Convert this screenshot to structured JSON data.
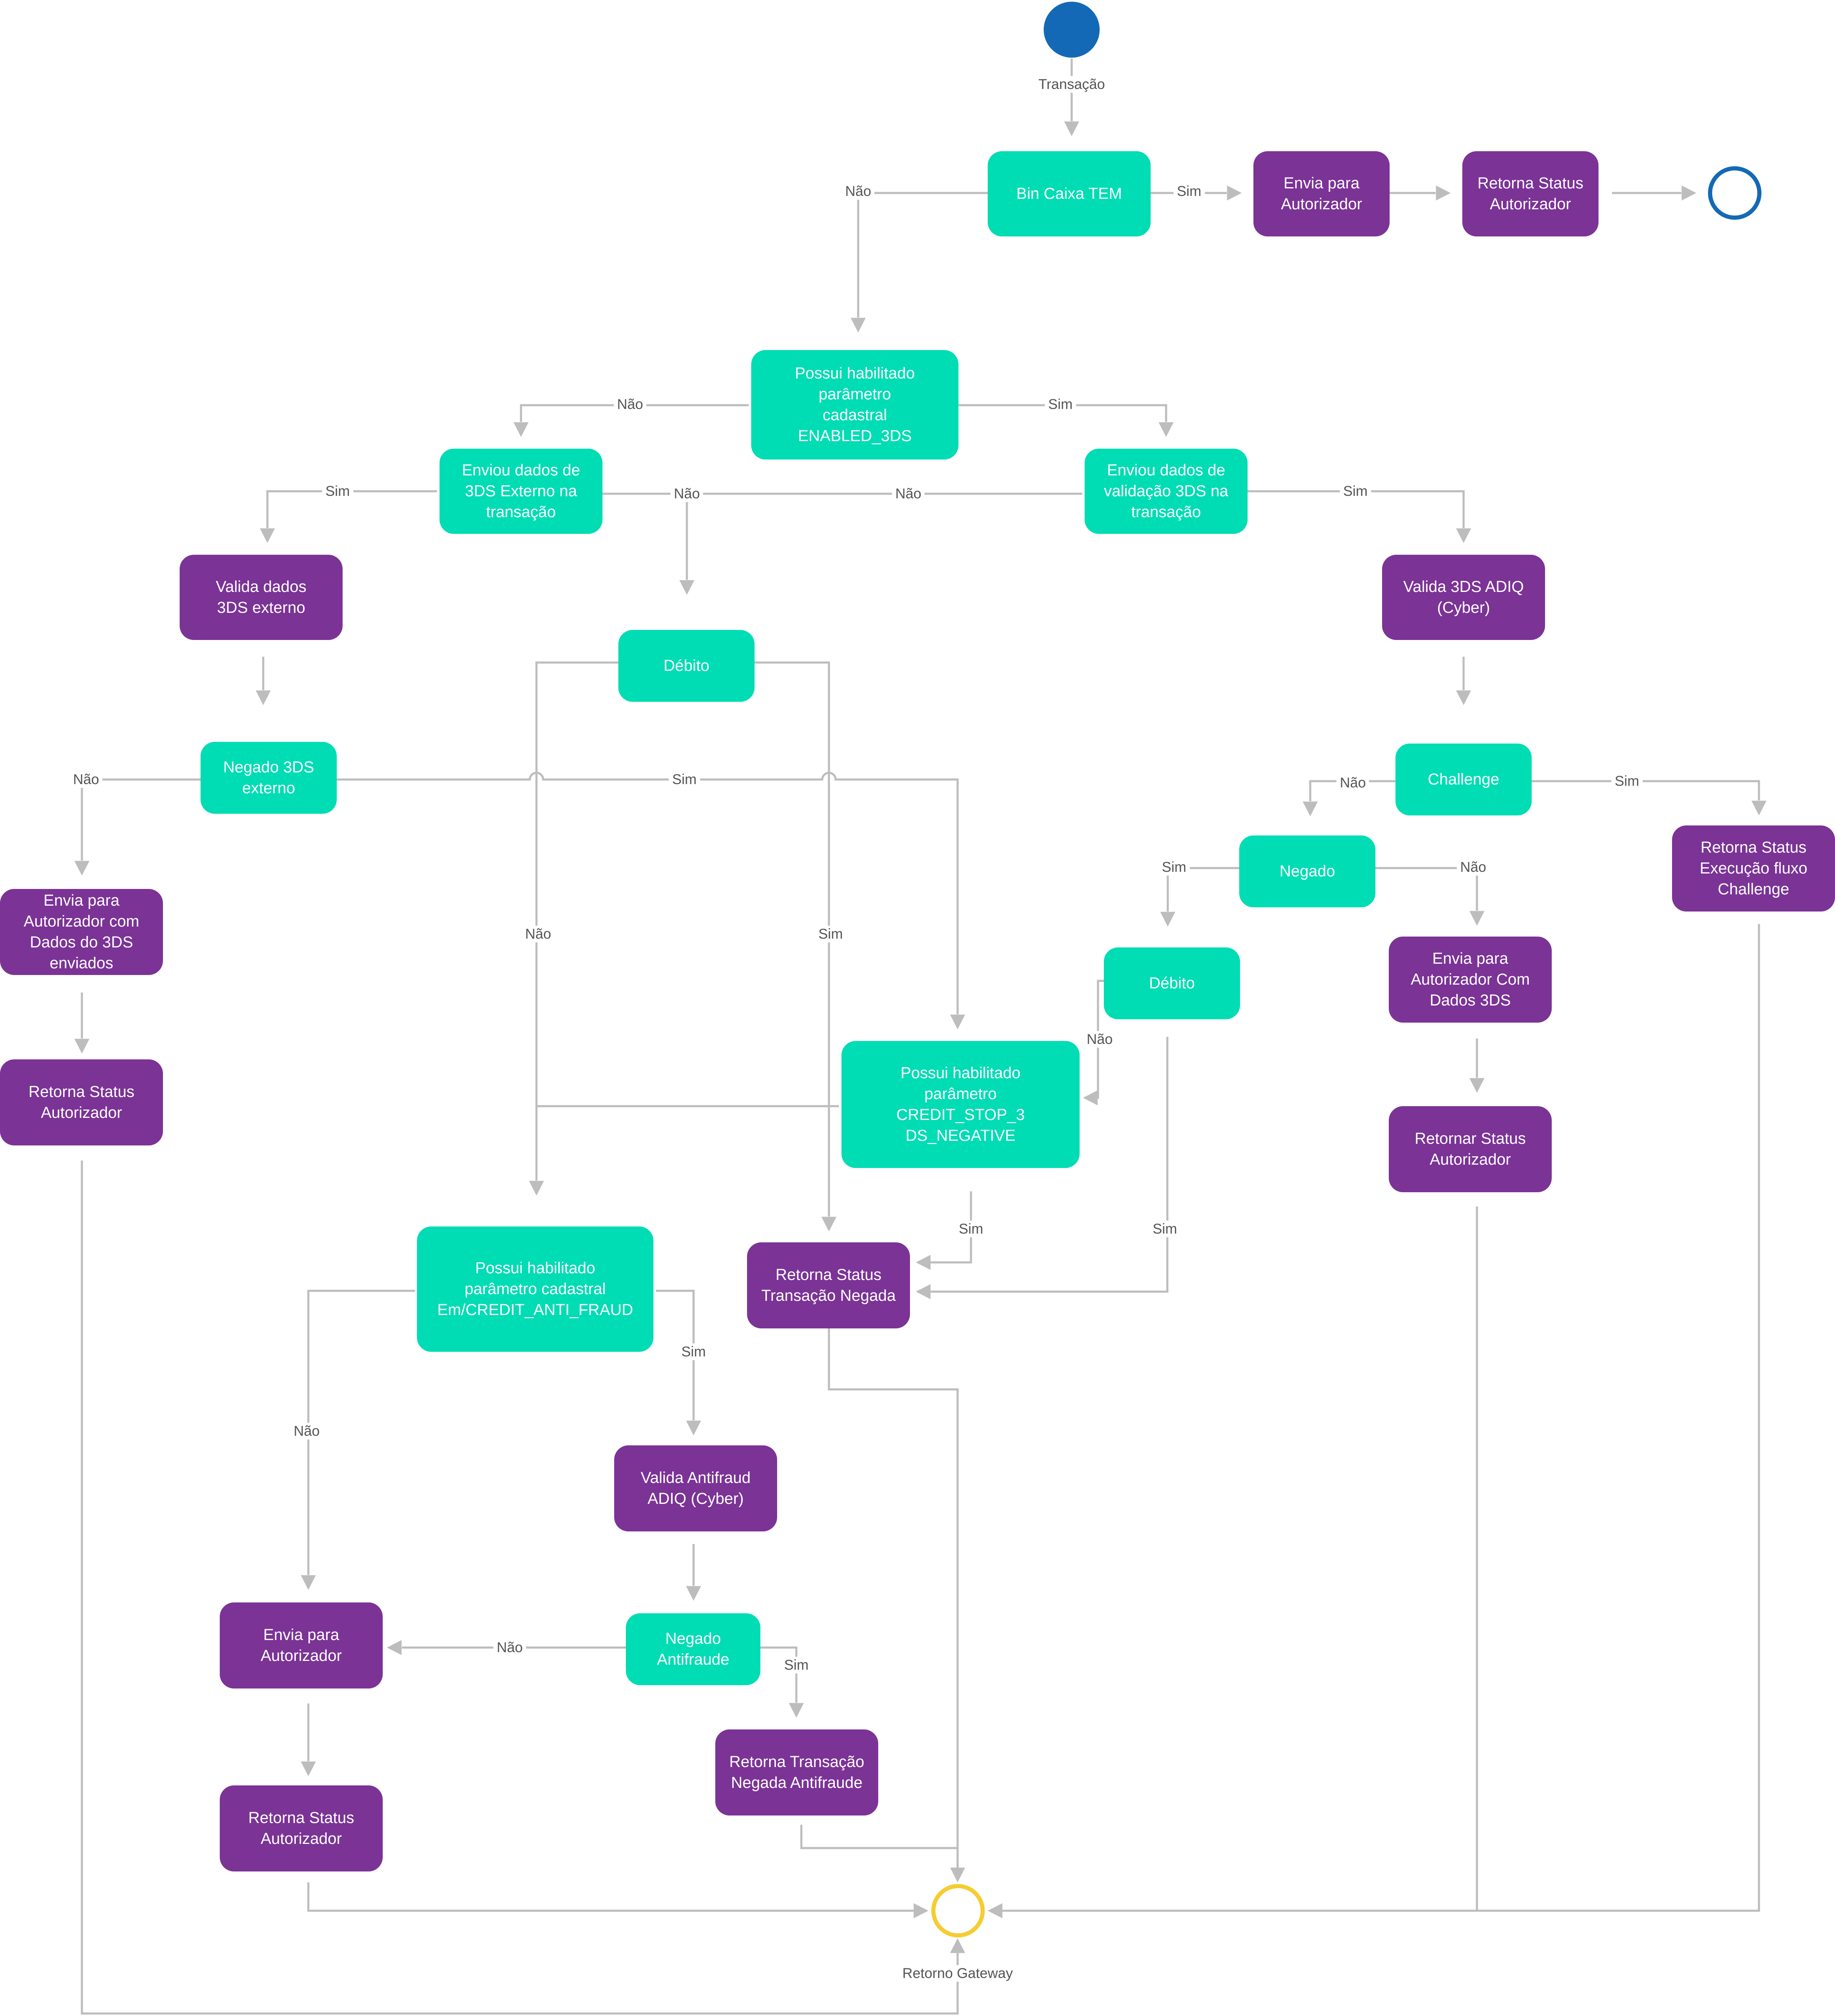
{
  "colors": {
    "decision": "#00dcb4",
    "action": "#7b3396",
    "line": "#bdbdbd",
    "start_event": "#1469b6",
    "end_event": "#1469b6",
    "gateway_event": "#f5cd33"
  },
  "events": {
    "start_caption": "Transação",
    "gateway_caption": "Retorno Gateway"
  },
  "nodes": {
    "bin_caixa": "Bin Caixa TEM",
    "envia_autorizador_top": "Envia para\nAutorizador",
    "retorna_status_top": "Retorna Status\nAutorizador",
    "enabled_3ds": "Possui habilitado\nparâmetro\ncadastral\nENABLED_3DS",
    "enviou_3ds_externo": "Enviou dados de\n3DS Externo na\ntransação",
    "enviou_validacao_3ds": "Enviou dados de\nvalidação 3DS na\ntransação",
    "valida_3ds_externo": "Valida dados\n3DS externo",
    "valida_3ds_adiq": "Valida 3DS ADIQ\n(Cyber)",
    "debito_center": "Débito",
    "negado_3ds_externo": "Negado 3DS\nexterno",
    "challenge": "Challenge",
    "negado": "Negado",
    "retorna_execucao_challenge": "Retorna Status\nExecução fluxo\nChallenge",
    "envia_autorizador_3ds_enviados": "Envia para\nAutorizador com\nDados do 3DS\nenviados",
    "retorna_status_left": "Retorna Status\nAutorizador",
    "debito_right": "Débito",
    "envia_autorizador_com_3ds": "Envia para\nAutorizador Com\nDados 3DS",
    "credit_stop": "Possui habilitado\nparâmetro\nCREDIT_STOP_3\nDS_NEGATIVE",
    "retornar_status_right": "Retornar Status\nAutorizador",
    "anti_fraud_param": "Possui habilitado\nparâmetro cadastral\nEm/CREDIT_ANTI_FRAUD",
    "retorna_transacao_negada": "Retorna Status\nTransação Negada",
    "valida_antifraud": "Valida Antifraud\nADIQ (Cyber)",
    "envia_autorizador_bottom": "Envia para\nAutorizador",
    "negado_antifraude": "Negado\nAntifraude",
    "retorna_negada_antifraude": "Retorna Transação\nNegada Antifraude",
    "retorna_status_bottom": "Retorna Status\nAutorizador"
  },
  "labels": {
    "nao": "Não",
    "sim": "Sim"
  }
}
